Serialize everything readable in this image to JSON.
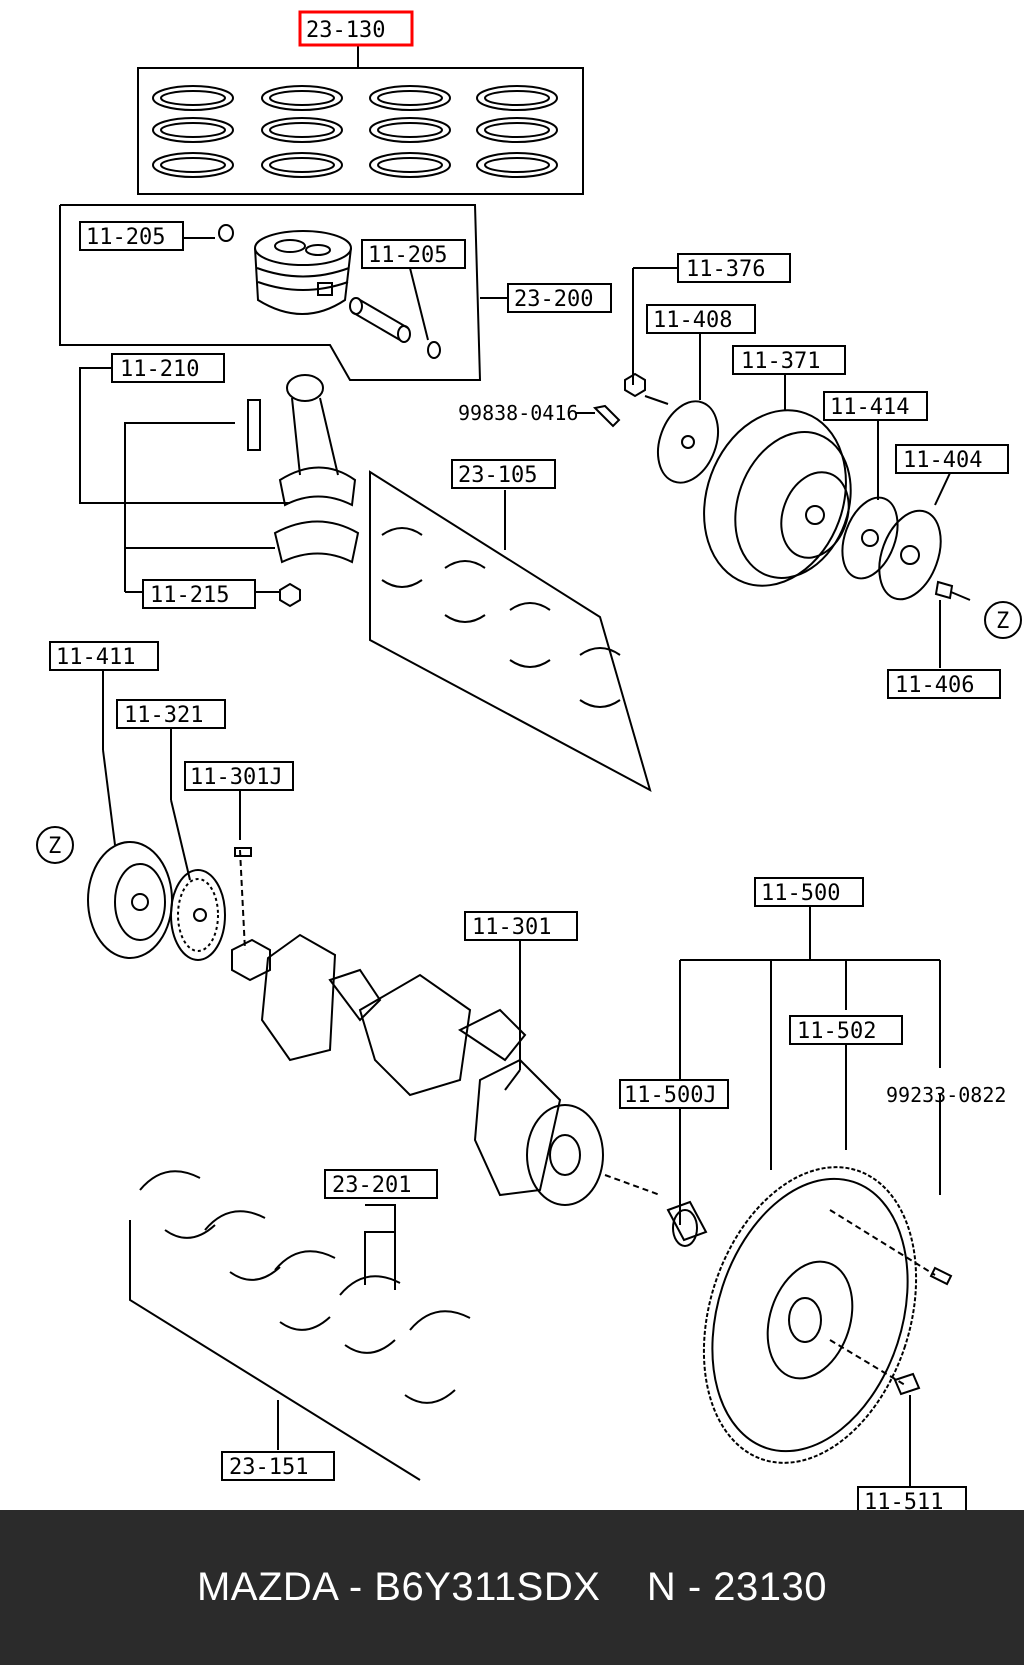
{
  "highlight_color": "#ff0000",
  "labels": {
    "ring_set": "23-130",
    "snap_ring_left": "11-205",
    "snap_ring_right": "11-205",
    "piston_assy": "23-200",
    "con_rod": "11-210",
    "rod_nut": "11-215",
    "rod_bearing_set": "23-105",
    "bolt_376": "11-376",
    "plate_408": "11-408",
    "pulley_371": "11-371",
    "plate_414": "11-414",
    "washer_404": "11-404",
    "bolt_406": "11-406",
    "bolt_number": "99838-0416",
    "damper_411": "11-411",
    "sprocket_321": "11-321",
    "key_301j": "11-301J",
    "crankshaft_301": "11-301",
    "flywheel_assy_500": "11-500",
    "ring_gear_502": "11-502",
    "pilot_bearing_500j": "11-500J",
    "dowel_number": "99233-0822",
    "main_bearing_201": "23-201",
    "main_bearing_set_151": "23-151",
    "flywheel_bolt_511": "11-511",
    "marker_z_right": "Z",
    "marker_z_left": "Z"
  },
  "footer": {
    "text": "MAZDA - B6Y311SDX    N - 23130"
  }
}
